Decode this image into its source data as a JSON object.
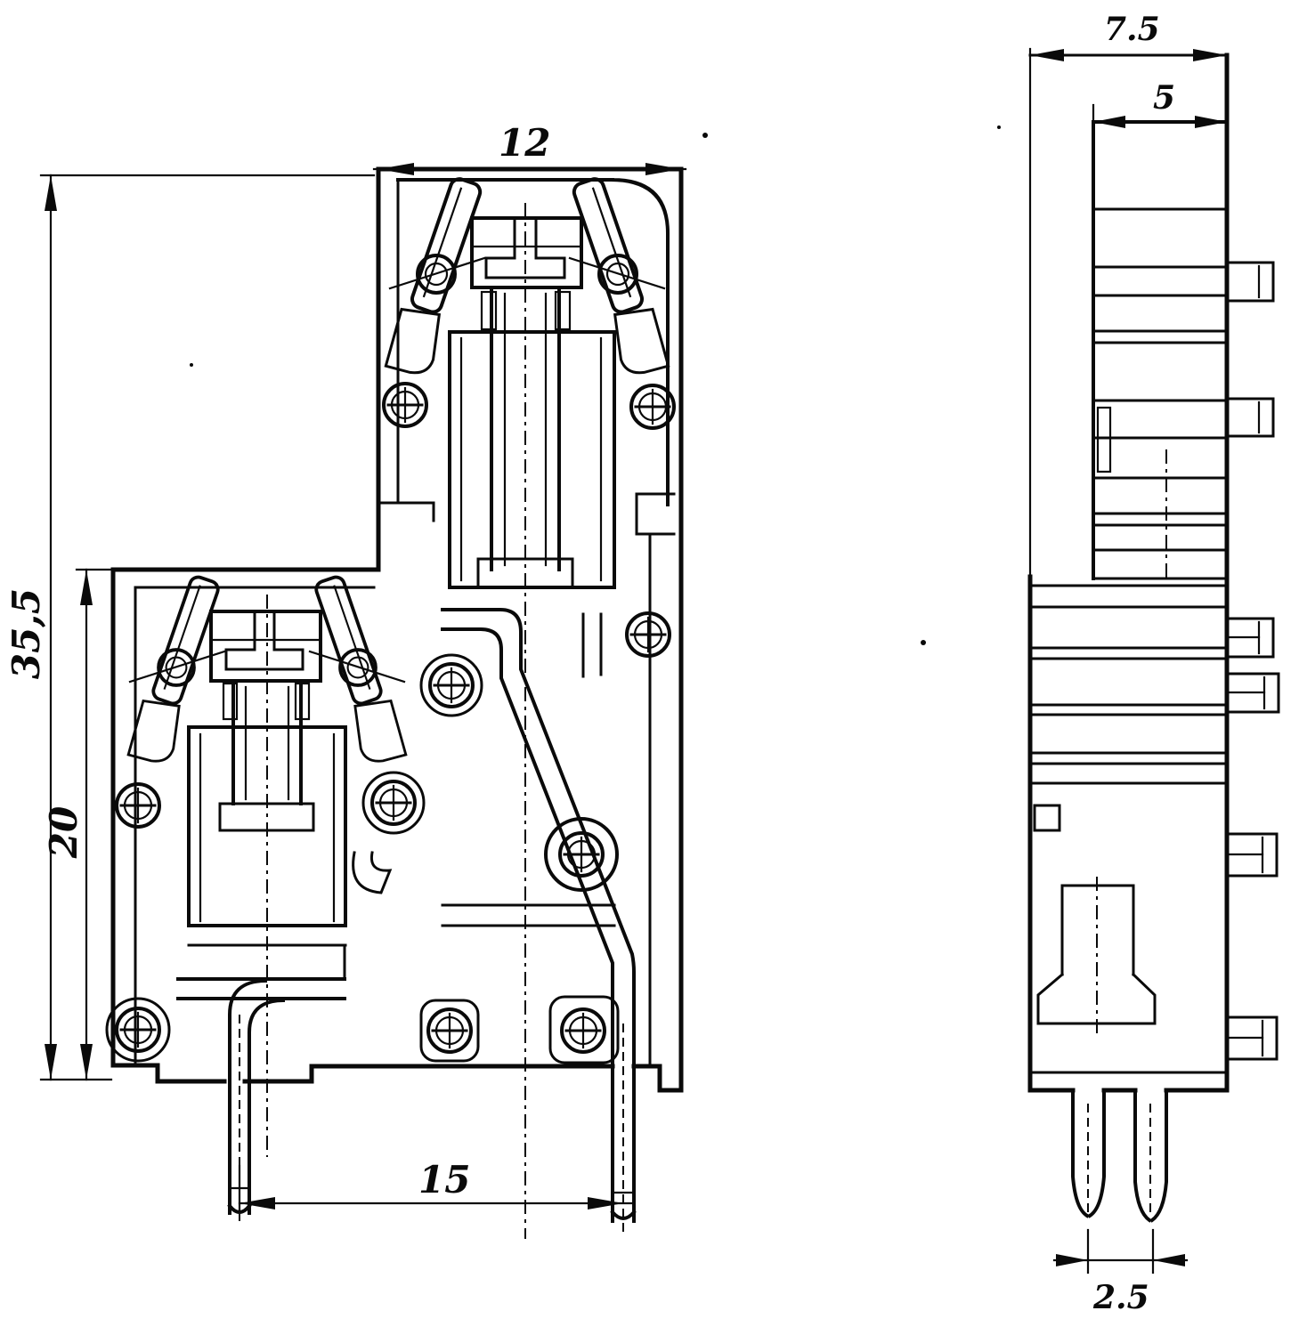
{
  "page": {
    "background": "#ffffff",
    "ink": "#0a0a0a"
  },
  "drawing": {
    "type": "technical-drawing",
    "description": "Two-view orthographic drawing of a double-level screw clamp terminal block with solder pins",
    "views": [
      {
        "name": "front"
      },
      {
        "name": "side"
      }
    ],
    "dimensions": {
      "front_width": "12",
      "front_height_total": "35,5",
      "front_height_lower": "20",
      "front_pin_span": "15",
      "side_depth_total": "7.5",
      "side_depth_upper": "5",
      "side_pin_span": "2.5"
    }
  }
}
